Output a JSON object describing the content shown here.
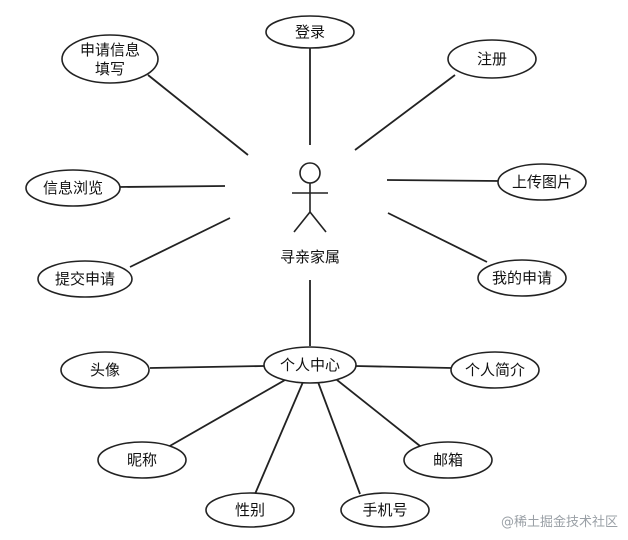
{
  "actor": {
    "name": "寻亲家属"
  },
  "use_cases": {
    "login": "登录",
    "register": "注册",
    "apply_fill": [
      "申请信息",
      "填写"
    ],
    "info_browse": "信息浏览",
    "upload_image": "上传图片",
    "submit_application": "提交申请",
    "my_application": "我的申请",
    "personal_center": "个人中心"
  },
  "personal_center_items": {
    "avatar": "头像",
    "bio": "个人简介",
    "nickname": "昵称",
    "email": "邮箱",
    "gender": "性别",
    "phone": "手机号"
  },
  "watermark": "@稀土掘金技术社区"
}
